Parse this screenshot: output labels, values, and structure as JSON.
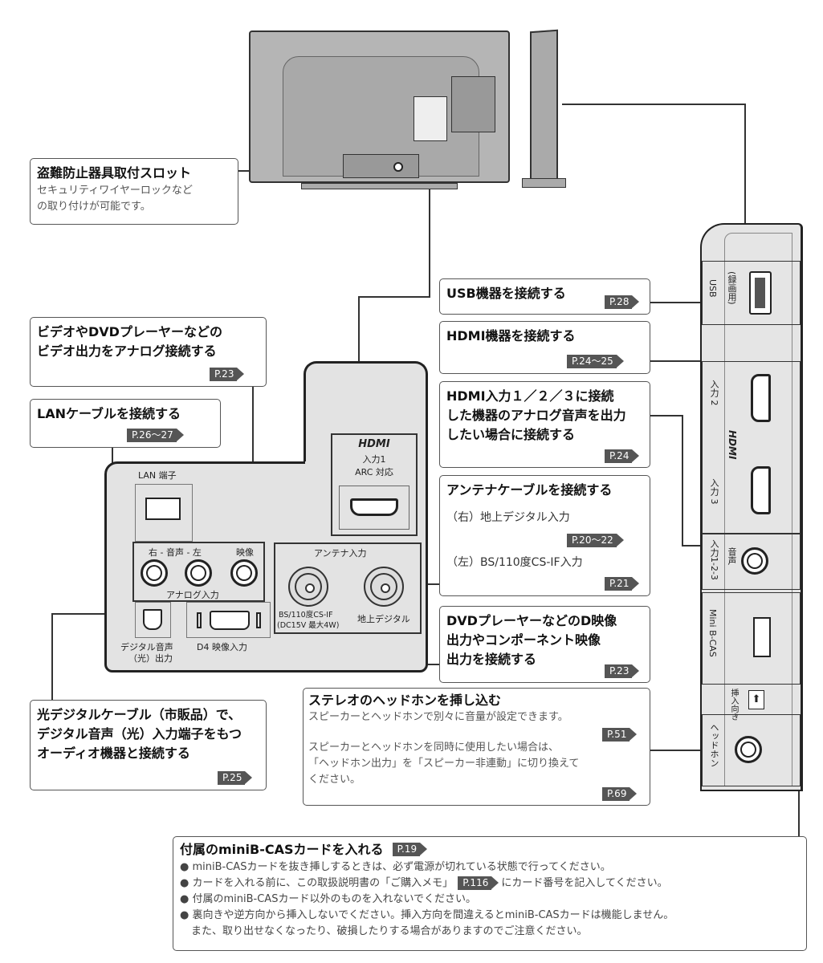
{
  "theft_slot": {
    "title": "盗難防止器具取付スロット",
    "text": [
      "セキュリティワイヤーロックなど",
      "の取り付けが可能です。"
    ]
  },
  "analog_video": {
    "title": [
      "ビデオやDVDプレーヤーなどの",
      "ビデオ出力をアナログ接続する"
    ],
    "ref": "P.23"
  },
  "lan": {
    "title": "LANケーブルを接続する",
    "ref": "P.26～27"
  },
  "optical": {
    "title": [
      "光デジタルケーブル（市販品）で、",
      "デジタル音声（光）入力端子をもつ",
      "オーディオ機器と接続する"
    ],
    "ref": "P.25"
  },
  "usb": {
    "title": "USB機器を接続する",
    "ref": "P.28"
  },
  "hdmi": {
    "title": "HDMI機器を接続する",
    "ref": "P.24～25"
  },
  "hdmi_audio": {
    "title": [
      "HDMI入力１／２／３に接続",
      "した機器のアナログ音声を出力",
      "したい場合に接続する"
    ],
    "ref": "P.24"
  },
  "antenna": {
    "title": "アンテナケーブルを接続する",
    "right": "（右）地上デジタル入力",
    "right_ref": "P.20～22",
    "left": "（左）BS/110度CS-IF入力",
    "left_ref": "P.21"
  },
  "d_video": {
    "title": [
      "DVDプレーヤーなどのD映像",
      "出力やコンポーネント映像",
      "出力を接続する"
    ],
    "ref": "P.23"
  },
  "headphone": {
    "title": "ステレオのヘッドホンを挿し込む",
    "text1": "スピーカーとヘッドホンで別々に音量が設定できます。",
    "ref1": "P.51",
    "text2": [
      "スピーカーとヘッドホンを同時に使用したい場合は、",
      "「ヘッドホン出力」を「スピーカー非連動」に切り換えて",
      "ください。"
    ],
    "ref2": "P.69"
  },
  "bcas": {
    "title": "付属のminiB-CASカードを入れる",
    "ref": "P.19",
    "items": [
      "miniB-CASカードを抜き挿しするときは、必ず電源が切れている状態で行ってください。",
      "カードを入れる前に、この取扱説明書の「ご購入メモ」",
      "P.116",
      "にカード番号を記入してください。",
      "付属のminiB-CASカード以外のものを入れないでください。",
      "裏向きや逆方向から挿入しないでください。挿入方向を間違えるとminiB-CASカードは機能しません。",
      "また、取り出せなくなったり、破損したりする場合がありますのでご注意ください。"
    ]
  },
  "rear_panel": {
    "lan": "LAN 端子",
    "audio": "右 - 音声 - 左",
    "video": "映像",
    "analog": "アナログ入力",
    "antenna": "アンテナ入力",
    "bs": [
      "BS/110度CS-IF",
      "(DC15V 最大4W)"
    ],
    "terrestrial": "地上デジタル",
    "optical": [
      "デジタル音声",
      "（光）出力"
    ],
    "d4": "D4 映像入力",
    "hdmi_logo": "HDMI",
    "hdmi1": [
      "入力1",
      "ARC 対応"
    ]
  },
  "side_panel": {
    "usb": "USB",
    "usb_sub": "(録画用)",
    "in2": "入力 2",
    "in3": "入力 3",
    "hdmi_logo": "HDMI",
    "audio": "入力1-2-3",
    "audio_sub": "音声",
    "bcas": "Mini B-CAS",
    "insert": "挿入向き",
    "headphone": "ヘッドホン"
  }
}
